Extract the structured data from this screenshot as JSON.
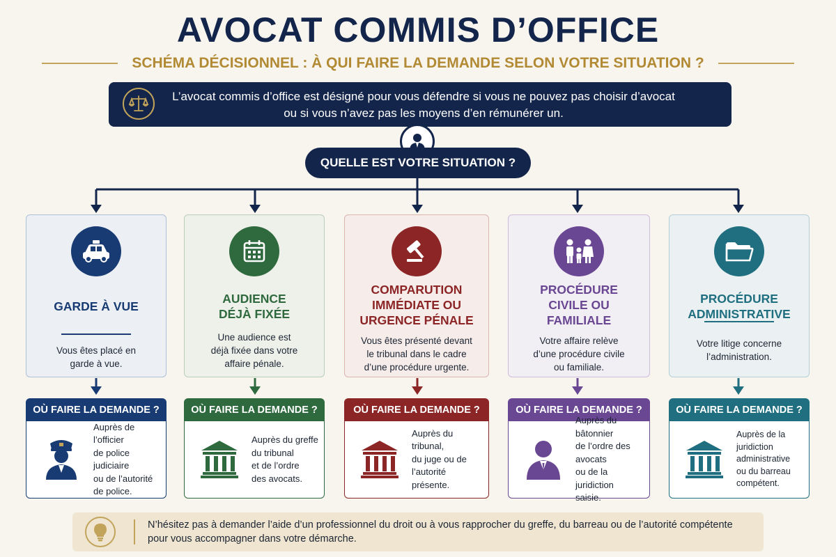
{
  "header": {
    "title": "AVOCAT COMMIS D’OFFICE",
    "subtitle": "SCHÉMA DÉCISIONNEL : À QUI FAIRE LA DEMANDE SELON VOTRE SITUATION ?"
  },
  "intro": {
    "line1": "L’avocat commis d’office est désigné pour vous défendre si vous ne pouvez pas choisir d’avocat",
    "line2": "ou si vous n’avez pas les moyens d’en rémunérer un."
  },
  "question": "QUELLE EST VOTRE SITUATION ?",
  "where_label": "OÙ FAIRE LA DEMANDE ?",
  "colors": {
    "navy": "#13254a",
    "gold": "#c2a35a",
    "blue": "#183b73",
    "green": "#2f6a3e",
    "red": "#8c2626",
    "purple": "#6a4793",
    "teal": "#1f6f80"
  },
  "situations": [
    {
      "title_lines": [
        "GARDE À VUE"
      ],
      "desc_lines": [
        "Vous êtes placé en",
        "garde à vue."
      ],
      "icon": "police-car-icon",
      "where_icon": "police-officer-icon",
      "where_lines": [
        "Auprès de l’officier",
        "de police judiciaire",
        "ou de l’autorité",
        "de police."
      ]
    },
    {
      "title_lines": [
        "AUDIENCE",
        "DÉJÀ FIXÉE"
      ],
      "desc_lines": [
        "Une audience est",
        "déjà fixée dans votre",
        "affaire pénale."
      ],
      "icon": "calendar-icon",
      "where_icon": "courthouse-icon",
      "where_lines": [
        "Auprès du greffe",
        "du tribunal",
        "et de l’ordre",
        "des avocats."
      ]
    },
    {
      "title_lines": [
        "COMPARUTION",
        "IMMÉDIATE OU",
        "URGENCE PÉNALE"
      ],
      "desc_lines": [
        "Vous êtes présenté devant",
        "le tribunal dans le cadre",
        "d’une procédure urgente."
      ],
      "icon": "gavel-icon",
      "where_icon": "courthouse-icon",
      "where_lines": [
        "Auprès du tribunal,",
        "du juge ou de",
        "l’autorité présente."
      ]
    },
    {
      "title_lines": [
        "PROCÉDURE",
        "CIVILE OU",
        "FAMILIALE"
      ],
      "desc_lines": [
        "Votre affaire relève",
        "d’une procédure civile",
        "ou familiale."
      ],
      "icon": "family-icon",
      "where_icon": "lawyer-icon",
      "where_lines": [
        "Auprès du bâtonnier",
        "de l’ordre des avocats",
        "ou de la juridiction",
        "saisie."
      ]
    },
    {
      "title_lines": [
        "PROCÉDURE",
        "ADMINISTRATIVE"
      ],
      "desc_lines": [
        "Votre litige concerne",
        "l’administration."
      ],
      "icon": "folder-icon",
      "where_icon": "courthouse-icon",
      "where_lines": [
        "Auprès de la",
        "juridiction",
        "administrative",
        "ou du barreau",
        "compétent."
      ]
    }
  ],
  "footer": {
    "line1": "N’hésitez pas à demander l’aide d’un professionnel du droit ou à vous rapprocher du greffe, du barreau ou de l’autorité compétente",
    "line2": "pour vous accompagner dans votre démarche."
  }
}
